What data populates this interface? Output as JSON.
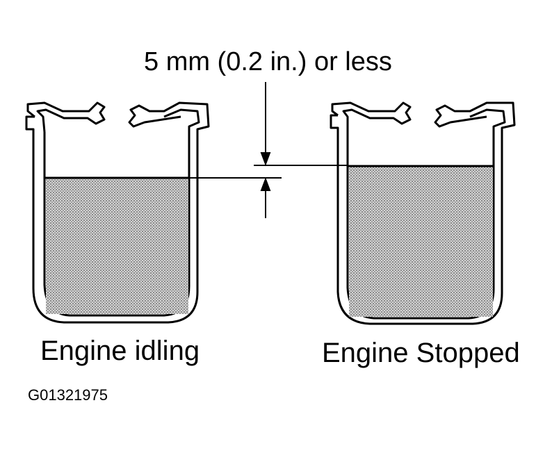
{
  "dimension_label": "5 mm (0.2 in.) or less",
  "left_container": {
    "caption": "Engine idling"
  },
  "right_container": {
    "caption": "Engine Stopped"
  },
  "figure_id": "G01321975",
  "colors": {
    "line": "#000000",
    "fluid_fill": "#bdbdbd",
    "background": "#ffffff"
  }
}
